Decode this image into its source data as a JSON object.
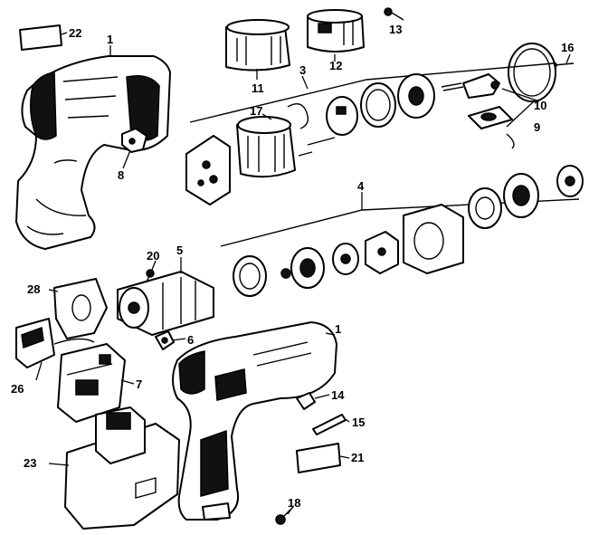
{
  "diagram": {
    "callouts": [
      {
        "id": "c1a",
        "text": "1"
      },
      {
        "id": "c1b",
        "text": "1"
      },
      {
        "id": "c3",
        "text": "3"
      },
      {
        "id": "c4",
        "text": "4"
      },
      {
        "id": "c5",
        "text": "5"
      },
      {
        "id": "c6",
        "text": "6"
      },
      {
        "id": "c7",
        "text": "7"
      },
      {
        "id": "c8",
        "text": "8"
      },
      {
        "id": "c9",
        "text": "9"
      },
      {
        "id": "c10",
        "text": "10"
      },
      {
        "id": "c11",
        "text": "11"
      },
      {
        "id": "c12",
        "text": "12"
      },
      {
        "id": "c13",
        "text": "13"
      },
      {
        "id": "c14",
        "text": "14"
      },
      {
        "id": "c15",
        "text": "15"
      },
      {
        "id": "c16",
        "text": "16"
      },
      {
        "id": "c17",
        "text": "17"
      },
      {
        "id": "c18",
        "text": "18"
      },
      {
        "id": "c20",
        "text": "20"
      },
      {
        "id": "c21",
        "text": "21"
      },
      {
        "id": "c22",
        "text": "22"
      },
      {
        "id": "c23",
        "text": "23"
      },
      {
        "id": "c26",
        "text": "26"
      },
      {
        "id": "c28",
        "text": "28"
      }
    ]
  }
}
